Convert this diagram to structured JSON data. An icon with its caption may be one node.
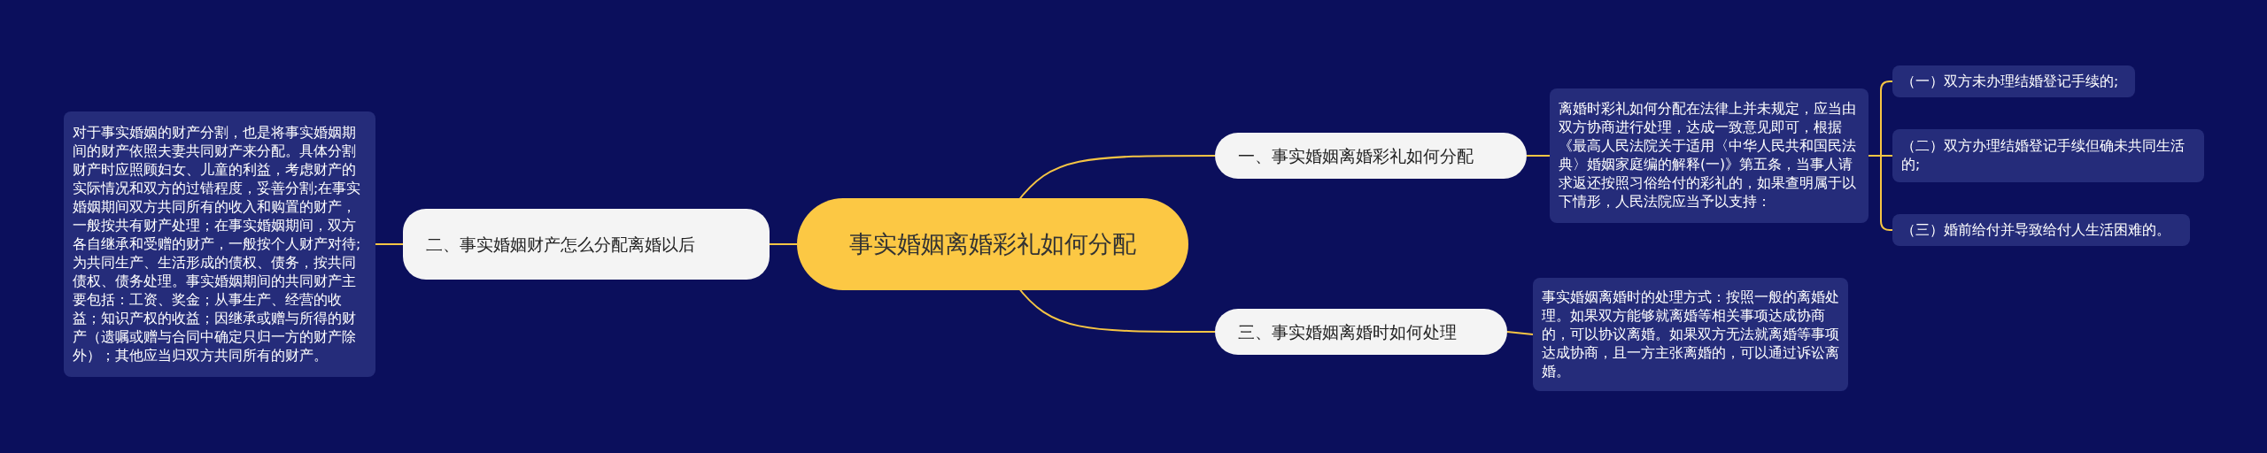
{
  "diagram": {
    "nodes": [
      {
        "text": [
          "事实婚姻离婚彩礼如何分配"
        ]
      },
      {
        "text": [
          "一、事实婚姻离婚彩礼如何分配"
        ]
      },
      {
        "text": [
          "离婚时彩礼如何分配在法律上并未规定，应当由双方协商进行处理，达成一致意见即可，根据《最高人民法院关于适用〈中华人民共和国民法典〉婚姻家庭编的解释(一)》第五条，当事人请求返还按照习俗给付的彩礼的，如果查明属于以下情形，人民法院应当予以支持："
        ]
      },
      {
        "text": [
          "（一）双方未办理结婚登记手续的;"
        ]
      },
      {
        "text": [
          "（二）双方办理结婚登记手续但确未共同生活的;"
        ]
      },
      {
        "text": [
          "（三）婚前给付并导致给付人生活困难的。"
        ]
      },
      {
        "text": [
          "三、事实婚姻离婚时如何处理"
        ]
      },
      {
        "text": [
          "事实婚姻离婚时的处理方式：按照一般的离婚处理。如果双方能够就离婚等相关事项达成协商的，可以协议离婚。如果双方无法就离婚等事项达成协商，且一方主张离婚的，可以通过诉讼离婚。"
        ]
      },
      {
        "text": [
          "二、事实婚姻财产怎么分配离婚以后"
        ]
      },
      {
        "text": [
          "对于事实婚姻的财产分割，也是将事实婚姻期间的财产依照夫妻共同财产来分配。具体分割财产时应照顾妇女、儿童的利益，考虑财产的实际情况和双方的过错程度，妥善分割;在事实婚姻期间双方共同所有的收入和购置的财产，一般按共有财产处理；在事实婚姻期间，双方各自继承和受赠的财产，一般按个人财产对待;为共同生产、生活形成的债权、债务，按共同债权、债务处理。事实婚姻期间的共同财产主要包括：工资、奖金；从事生产、经营的收益；知识产权的收益；因继承或赠与所得的财产（遗嘱或赠与合同中确定只归一方的财产除外）；其他应当归双方共同所有的财产。"
        ]
      }
    ],
    "edges": [
      {
        "from": 0,
        "to": 1,
        "arrow": "none"
      },
      {
        "from": 1,
        "to": 2,
        "arrow": "none"
      },
      {
        "from": 2,
        "to": 3,
        "arrow": "none"
      },
      {
        "from": 2,
        "to": 4,
        "arrow": "none"
      },
      {
        "from": 2,
        "to": 5,
        "arrow": "none"
      },
      {
        "from": 0,
        "to": 6,
        "arrow": "none"
      },
      {
        "from": 6,
        "to": 7,
        "arrow": "none"
      },
      {
        "from": 0,
        "to": 8,
        "arrow": "none"
      },
      {
        "from": 8,
        "to": 9,
        "arrow": "none"
      }
    ]
  }
}
